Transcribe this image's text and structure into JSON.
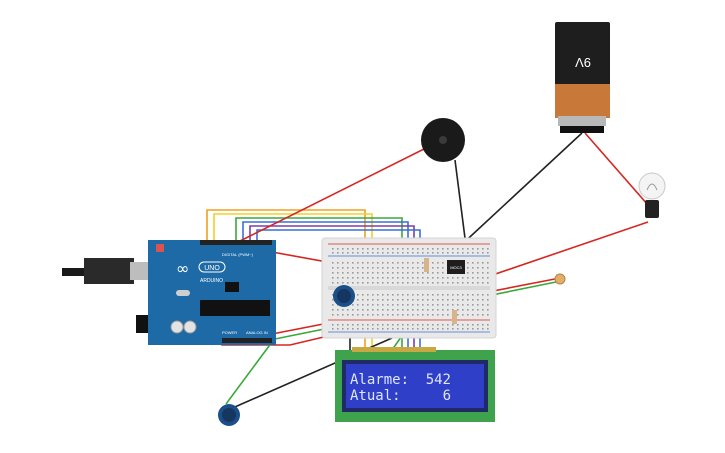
{
  "battery": {
    "label": "9V"
  },
  "arduino": {
    "logo_text": "UNO",
    "brand_text": "ARDUINO",
    "digital_label": "DIGITAL (PWM~)",
    "power_label": "POWER",
    "analog_label": "ANALOG IN"
  },
  "ic": {
    "label": "MOC3"
  },
  "lcd": {
    "row1_label": "Alarme:",
    "row1_value": "542",
    "row2_label": "Atual:",
    "row2_value": "6"
  },
  "colors": {
    "arduino_board": "#1d6aa6",
    "breadboard": "#e9e9e9",
    "lcd_pcb": "#3fa34d",
    "lcd_screen": "#2f3fc8",
    "wire_red": "#d6261f",
    "wire_black": "#222222",
    "wire_green": "#3aa83a",
    "wire_orange": "#f0a020",
    "wire_yellow": "#f2cf2a",
    "wire_blue": "#3a6fd8",
    "wire_purple": "#7a3fb0"
  }
}
